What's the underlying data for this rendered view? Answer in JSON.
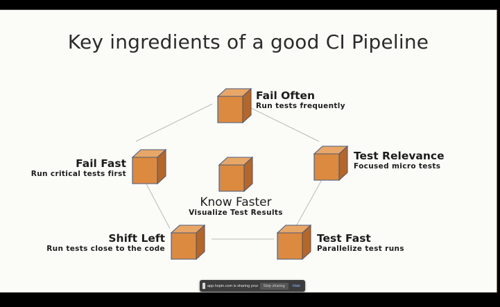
{
  "slide": {
    "title": "Key ingredients of a good CI Pipeline",
    "background": "#fbfcf8",
    "title_color": "#2b2b2b",
    "cube": {
      "front_color": "#db8a3f",
      "top_color": "#e8a767",
      "side_color": "#b5672a",
      "outline_color": "#4a5a7a"
    },
    "connector_color": "#b9b9b9",
    "nodes": [
      {
        "id": "fail-often",
        "title": "Fail Often",
        "subtitle": "Run tests frequently",
        "label_position": "right"
      },
      {
        "id": "fail-fast",
        "title": "Fail Fast",
        "subtitle": "Run critical tests first",
        "label_position": "left"
      },
      {
        "id": "test-relevance",
        "title": "Test Relevance",
        "subtitle": "Focused micro tests",
        "label_position": "right"
      },
      {
        "id": "know-faster",
        "title": "Know Faster",
        "subtitle": "Visualize Test Results",
        "label_position": "below"
      },
      {
        "id": "shift-left",
        "title": "Shift Left",
        "subtitle": "Run tests close to the code",
        "label_position": "left"
      },
      {
        "id": "test-fast",
        "title": "Test Fast",
        "subtitle": "Parallelize test runs",
        "label_position": "right"
      }
    ]
  },
  "share_bar": {
    "message": "app.hopin.com is sharing your screen",
    "stop_label": "Stop sharing",
    "hide_label": "Hide",
    "background": "#3c3c3c",
    "link_color": "#8ab4f8"
  }
}
